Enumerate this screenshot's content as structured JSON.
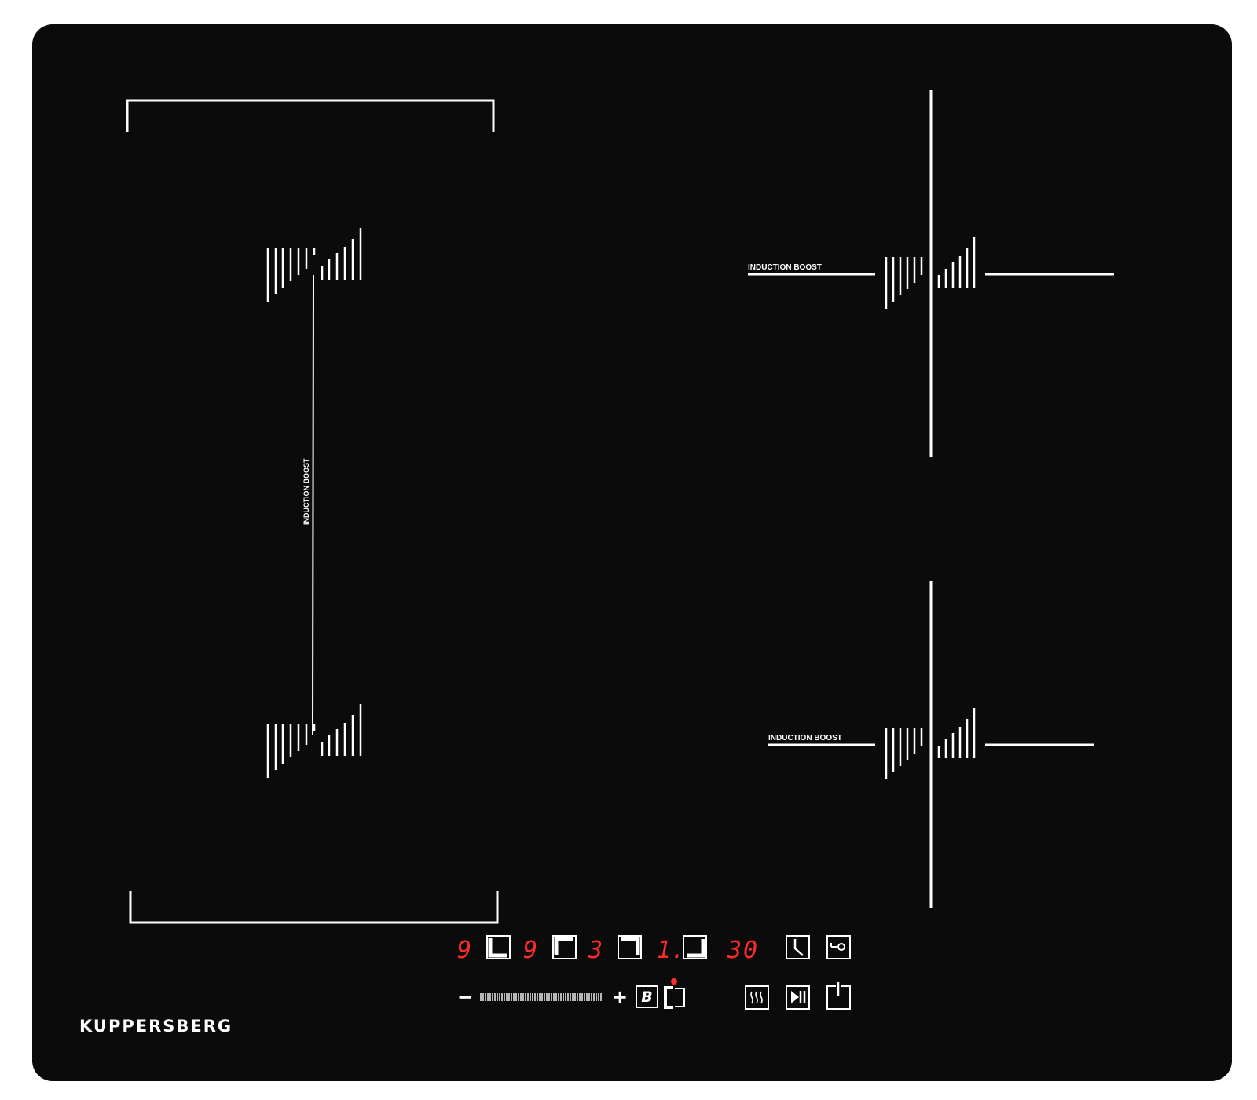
{
  "brand": {
    "name": "KUPPERSBERG"
  },
  "zones": {
    "left_label": "INDUCTION BOOST",
    "top_right_label": "INDUCTION BOOST",
    "bottom_right_label": "INDUCTION BOOST"
  },
  "display": {
    "zone_levels": [
      "9",
      "9",
      "3",
      "1."
    ],
    "timer": "30"
  },
  "controls": {
    "minus": "−",
    "plus": "+",
    "boost_key": "B",
    "icons": [
      "zone-select-icon",
      "clock-icon",
      "lock-icon",
      "bridge-icon",
      "keep-warm-icon",
      "play-pause-icon",
      "power-icon"
    ]
  },
  "colors": {
    "glass": "#0b0b0b",
    "lines": "#ffffff",
    "display_red": "#ff2a2a"
  }
}
